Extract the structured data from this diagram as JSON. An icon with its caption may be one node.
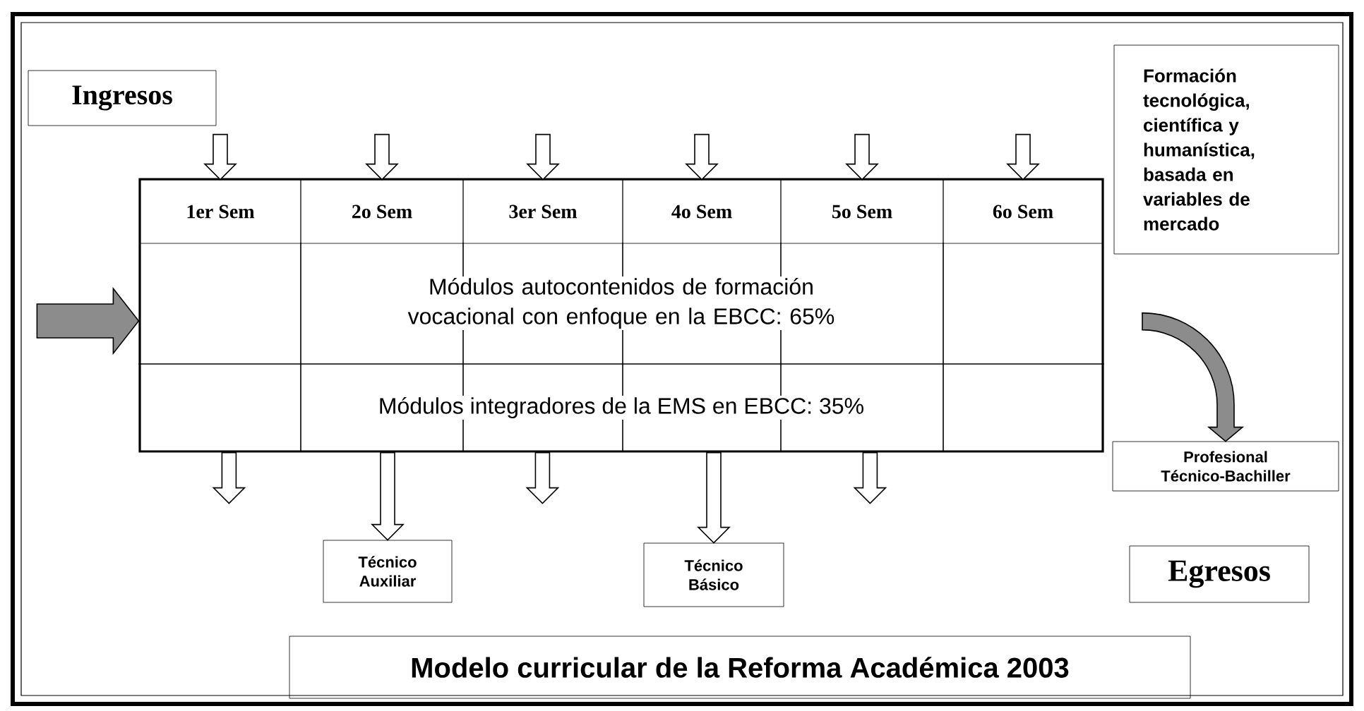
{
  "diagram": {
    "title": "Modelo curricular de la Reforma Académica 2003",
    "nodes": [
      {
        "text": [
          "Ingresos"
        ]
      },
      {
        "text": [],
        "shape": "box"
      },
      {
        "text": [
          "1er Sem"
        ],
        "in": 1
      },
      {
        "text": [
          "2o Sem"
        ],
        "in": 1
      },
      {
        "text": [
          "3er Sem"
        ],
        "in": 1
      },
      {
        "text": [
          "4o Sem"
        ],
        "in": 1
      },
      {
        "text": [
          "5o Sem"
        ],
        "in": 1
      },
      {
        "text": [
          "6o Sem"
        ],
        "in": 1
      },
      {
        "text": [
          "Módulos autocontenidos de formación vocacional con enfoque en la EBCC: 65%"
        ],
        "in": 1
      },
      {
        "text": [
          "Módulos integradores de la EMS en EBCC: 35%"
        ],
        "in": 1
      },
      {
        "text": [
          "Formación tecnológica, científica y humanística, basada en variables de mercado"
        ]
      },
      {
        "text": [
          "Profesional Técnico-Bachiller"
        ]
      },
      {
        "text": [
          "Técnico Auxiliar"
        ]
      },
      {
        "text": [
          "Técnico Básico"
        ]
      },
      {
        "text": [
          "Egresos"
        ]
      }
    ],
    "edges": [
      {
        "from": null,
        "to": 2,
        "arrow": "to"
      },
      {
        "from": null,
        "to": 3,
        "arrow": "to"
      },
      {
        "from": null,
        "to": 4,
        "arrow": "to"
      },
      {
        "from": null,
        "to": 5,
        "arrow": "to"
      },
      {
        "from": null,
        "to": 6,
        "arrow": "to"
      },
      {
        "from": null,
        "to": 7,
        "arrow": "to"
      },
      {
        "from": null,
        "to": 1,
        "arrow": "to"
      },
      {
        "from": 1,
        "to": null,
        "arrow": "to"
      },
      {
        "from": 1,
        "to": 12,
        "arrow": "to"
      },
      {
        "from": 1,
        "to": null,
        "arrow": "to"
      },
      {
        "from": 1,
        "to": 13,
        "arrow": "to"
      },
      {
        "from": 1,
        "to": null,
        "arrow": "to"
      },
      {
        "from": null,
        "to": 11,
        "arrow": "to"
      }
    ]
  }
}
